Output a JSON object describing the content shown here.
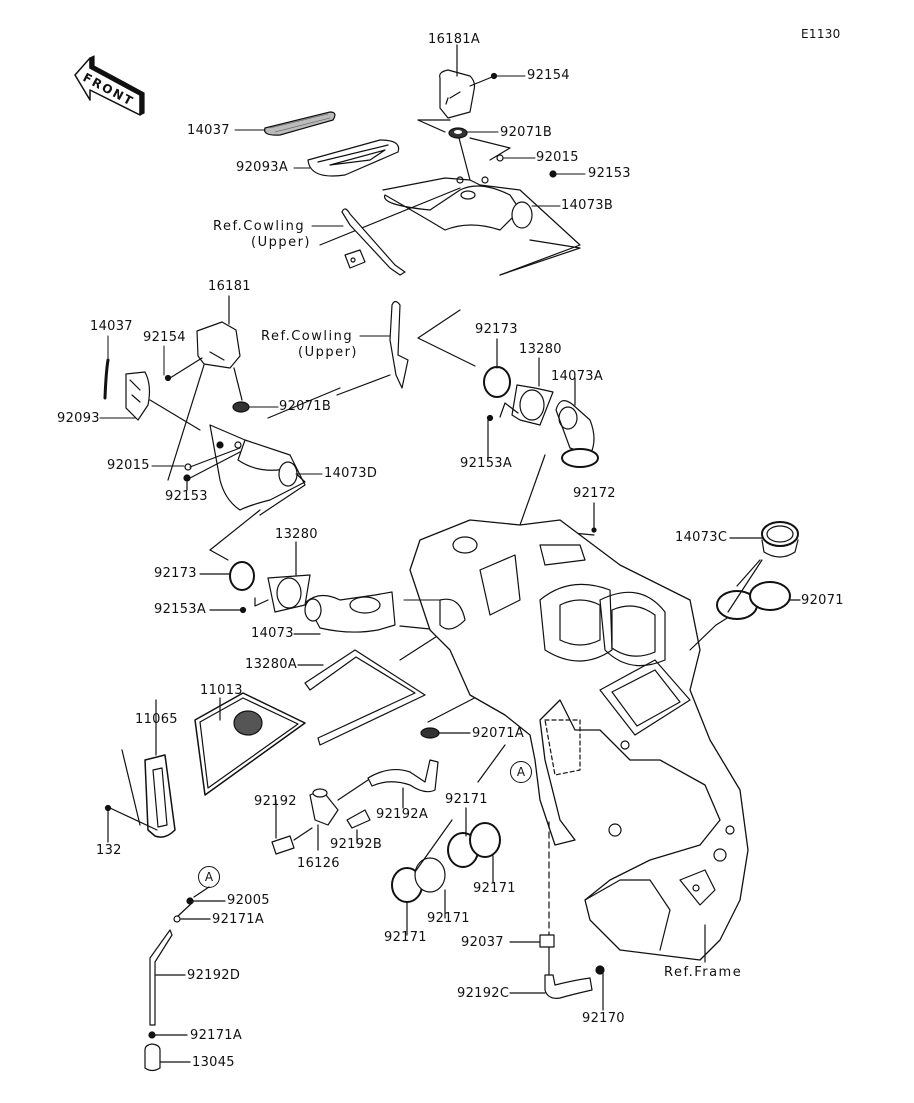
{
  "diagram": {
    "code": "E1130",
    "front_arrow_label": "FRONT",
    "marker_a": "A",
    "labels": {
      "p16181A": "16181A",
      "p92154_top": "92154",
      "p14037_top": "14037",
      "p92071B_top": "92071B",
      "p92093A": "92093A",
      "p92015_top": "92015",
      "p92153_top": "92153",
      "p14073B": "14073B",
      "ref_cowling_1a": "Ref.Cowling",
      "ref_cowling_1b": "(Upper)",
      "p16181": "16181",
      "p14037_left": "14037",
      "p92154_left": "92154",
      "ref_cowling_2a": "Ref.Cowling",
      "ref_cowling_2b": "(Upper)",
      "p92173_right": "92173",
      "p13280_right": "13280",
      "p14073A": "14073A",
      "p92093": "92093",
      "p92071B_left": "92071B",
      "p92153A_right": "92153A",
      "p92015_left": "92015",
      "p14073D": "14073D",
      "p92153_left": "92153",
      "p92172": "92172",
      "p14073C": "14073C",
      "p13280_left": "13280",
      "p92173_left": "92173",
      "p92071": "92071",
      "p92153A_left": "92153A",
      "p14073": "14073",
      "p13280A": "13280A",
      "p11013": "11013",
      "p11065": "11065",
      "p92071A": "92071A",
      "p92192": "92192",
      "p92192A": "92192A",
      "p92171_a": "92171",
      "p132": "132",
      "p92192B": "92192B",
      "p16126": "16126",
      "p92171_b": "92171",
      "p92171_c": "92171",
      "p92171_d": "92171",
      "p92005": "92005",
      "p92171A_top": "92171A",
      "p92037": "92037",
      "ref_frame": "Ref.Frame",
      "p92192D": "92192D",
      "p92192C": "92192C",
      "p92170": "92170",
      "p92171A_bottom": "92171A",
      "p13045": "13045"
    }
  }
}
